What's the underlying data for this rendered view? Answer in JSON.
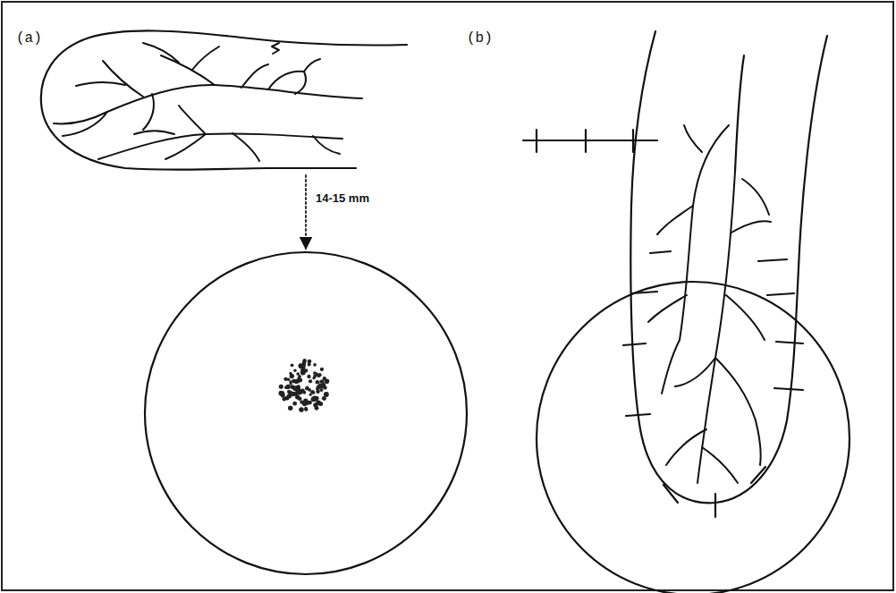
{
  "diagram": {
    "labels": [
      "(a)",
      "(b)",
      "14-15 mm"
    ]
  }
}
